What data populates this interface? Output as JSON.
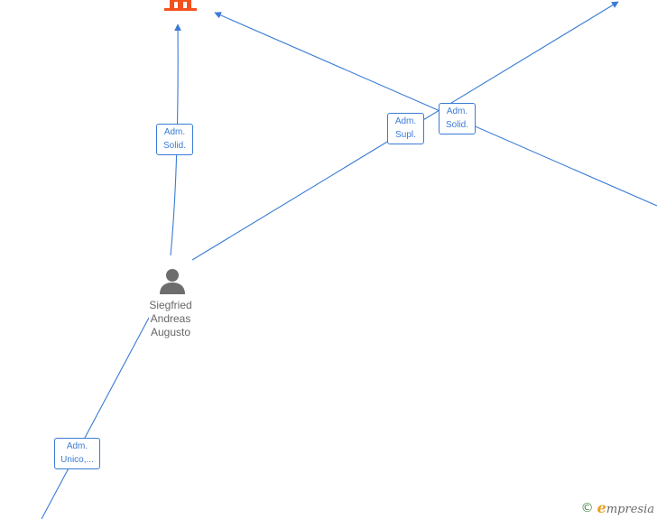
{
  "nodes": {
    "company": {
      "icon": "building-icon",
      "color": "#f4511e"
    },
    "person": {
      "icon": "person-icon",
      "color": "#6d6d6d",
      "name_lines": [
        "Siegfried",
        "Andreas",
        "Augusto"
      ]
    }
  },
  "edge_labels": {
    "adm_solid_left": [
      "Adm.",
      "Solid."
    ],
    "adm_supl": [
      "Adm.",
      "Supl."
    ],
    "adm_solid_right": [
      "Adm.",
      "Solid."
    ],
    "adm_unico": [
      "Adm.",
      "Unico,..."
    ]
  },
  "edge_color": "#3a7bd5",
  "brand": {
    "copyright": "©",
    "mark": "e",
    "name": "mpresia"
  }
}
